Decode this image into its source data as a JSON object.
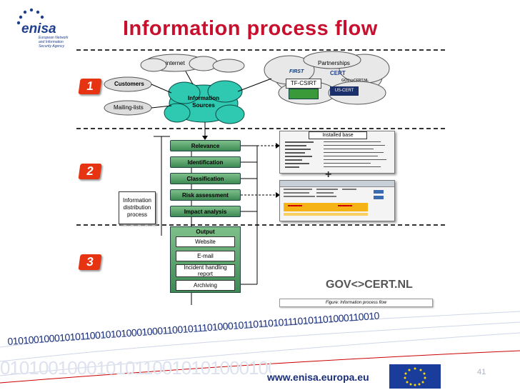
{
  "header": {
    "title": "Information process flow",
    "logo_name": "enisa",
    "logo_subtitle": [
      "European Network",
      "and Information",
      "Security Agency"
    ]
  },
  "stages": [
    "1",
    "2",
    "3"
  ],
  "sources": {
    "internet": "internet",
    "partnerships": "Partnerships",
    "partners": [
      "FIRST",
      "CERT",
      "GOV<>CERT.NL",
      "TF-CSIRT",
      "US-CERT"
    ],
    "customers": "Customers",
    "mailing_lists": "Mailing-lists",
    "information_sources": "Information Sources"
  },
  "process": {
    "steps": [
      "Relevance",
      "Identification",
      "Classification",
      "Risk assessment",
      "Impact analysis"
    ],
    "distribution": "Information distribution process",
    "output": {
      "title": "Output",
      "items": [
        "Website",
        "E-mail",
        "Incident handling report",
        "Archiving"
      ]
    }
  },
  "figure": {
    "installed_base": "Installed base",
    "plus": "+",
    "caption": "Figure: Information process flow",
    "govcert_logo": "GOV<>CERT.NL"
  },
  "footer": {
    "url": "www.enisa.europa.eu",
    "binary_line": "0101001000101011001010100010001100101110100010110110101110101101000110010",
    "page_number": "41"
  },
  "colors": {
    "title": "#c8102e",
    "stage_badge": "#e63312",
    "process_green": "#4f9c67",
    "source_cyan": "#2ec9b0",
    "footer_blue": "#1a2f7a"
  }
}
